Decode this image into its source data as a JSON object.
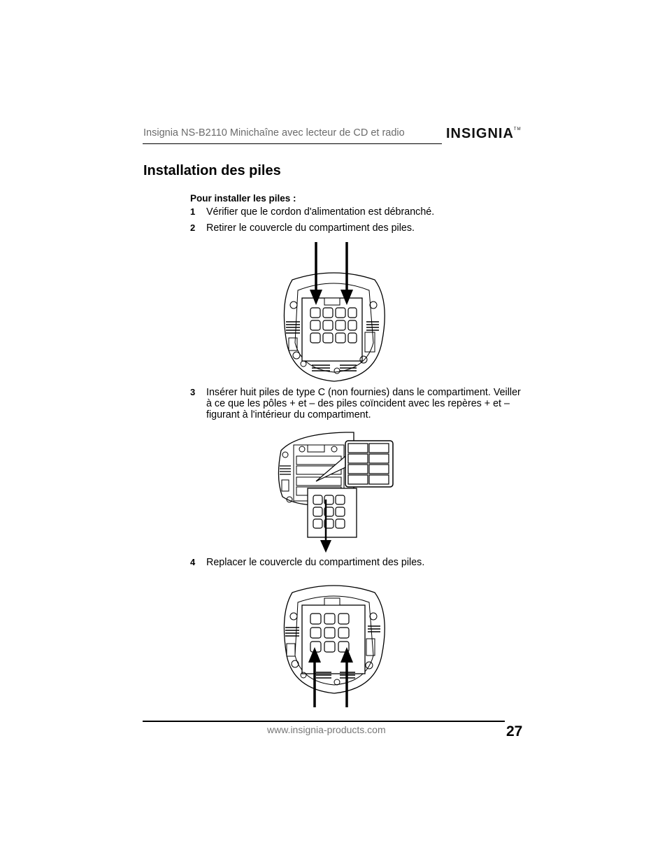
{
  "header": {
    "title": "Insignia NS-B2110 Minichaîne avec lecteur de CD et radio",
    "brand_logo": "INSIGNIA"
  },
  "section": {
    "title": "Installation des piles",
    "procedure_heading": "Pour installer les piles :"
  },
  "steps": [
    {
      "number": "1",
      "text": "Vérifier que le cordon d'alimentation est débranché."
    },
    {
      "number": "2",
      "text": "Retirer le couvercle du compartiment des piles."
    },
    {
      "number": "3",
      "text": "Insérer huit piles de type C (non fournies) dans le compartiment. Veiller à ce que les pôles + et – des piles coïncident avec les repères + et – figurant à l'intérieur du compartiment."
    },
    {
      "number": "4",
      "text": "Replacer le couvercle du compartiment des piles."
    }
  ],
  "footer": {
    "url": "www.insignia-products.com",
    "page_number": "27"
  }
}
